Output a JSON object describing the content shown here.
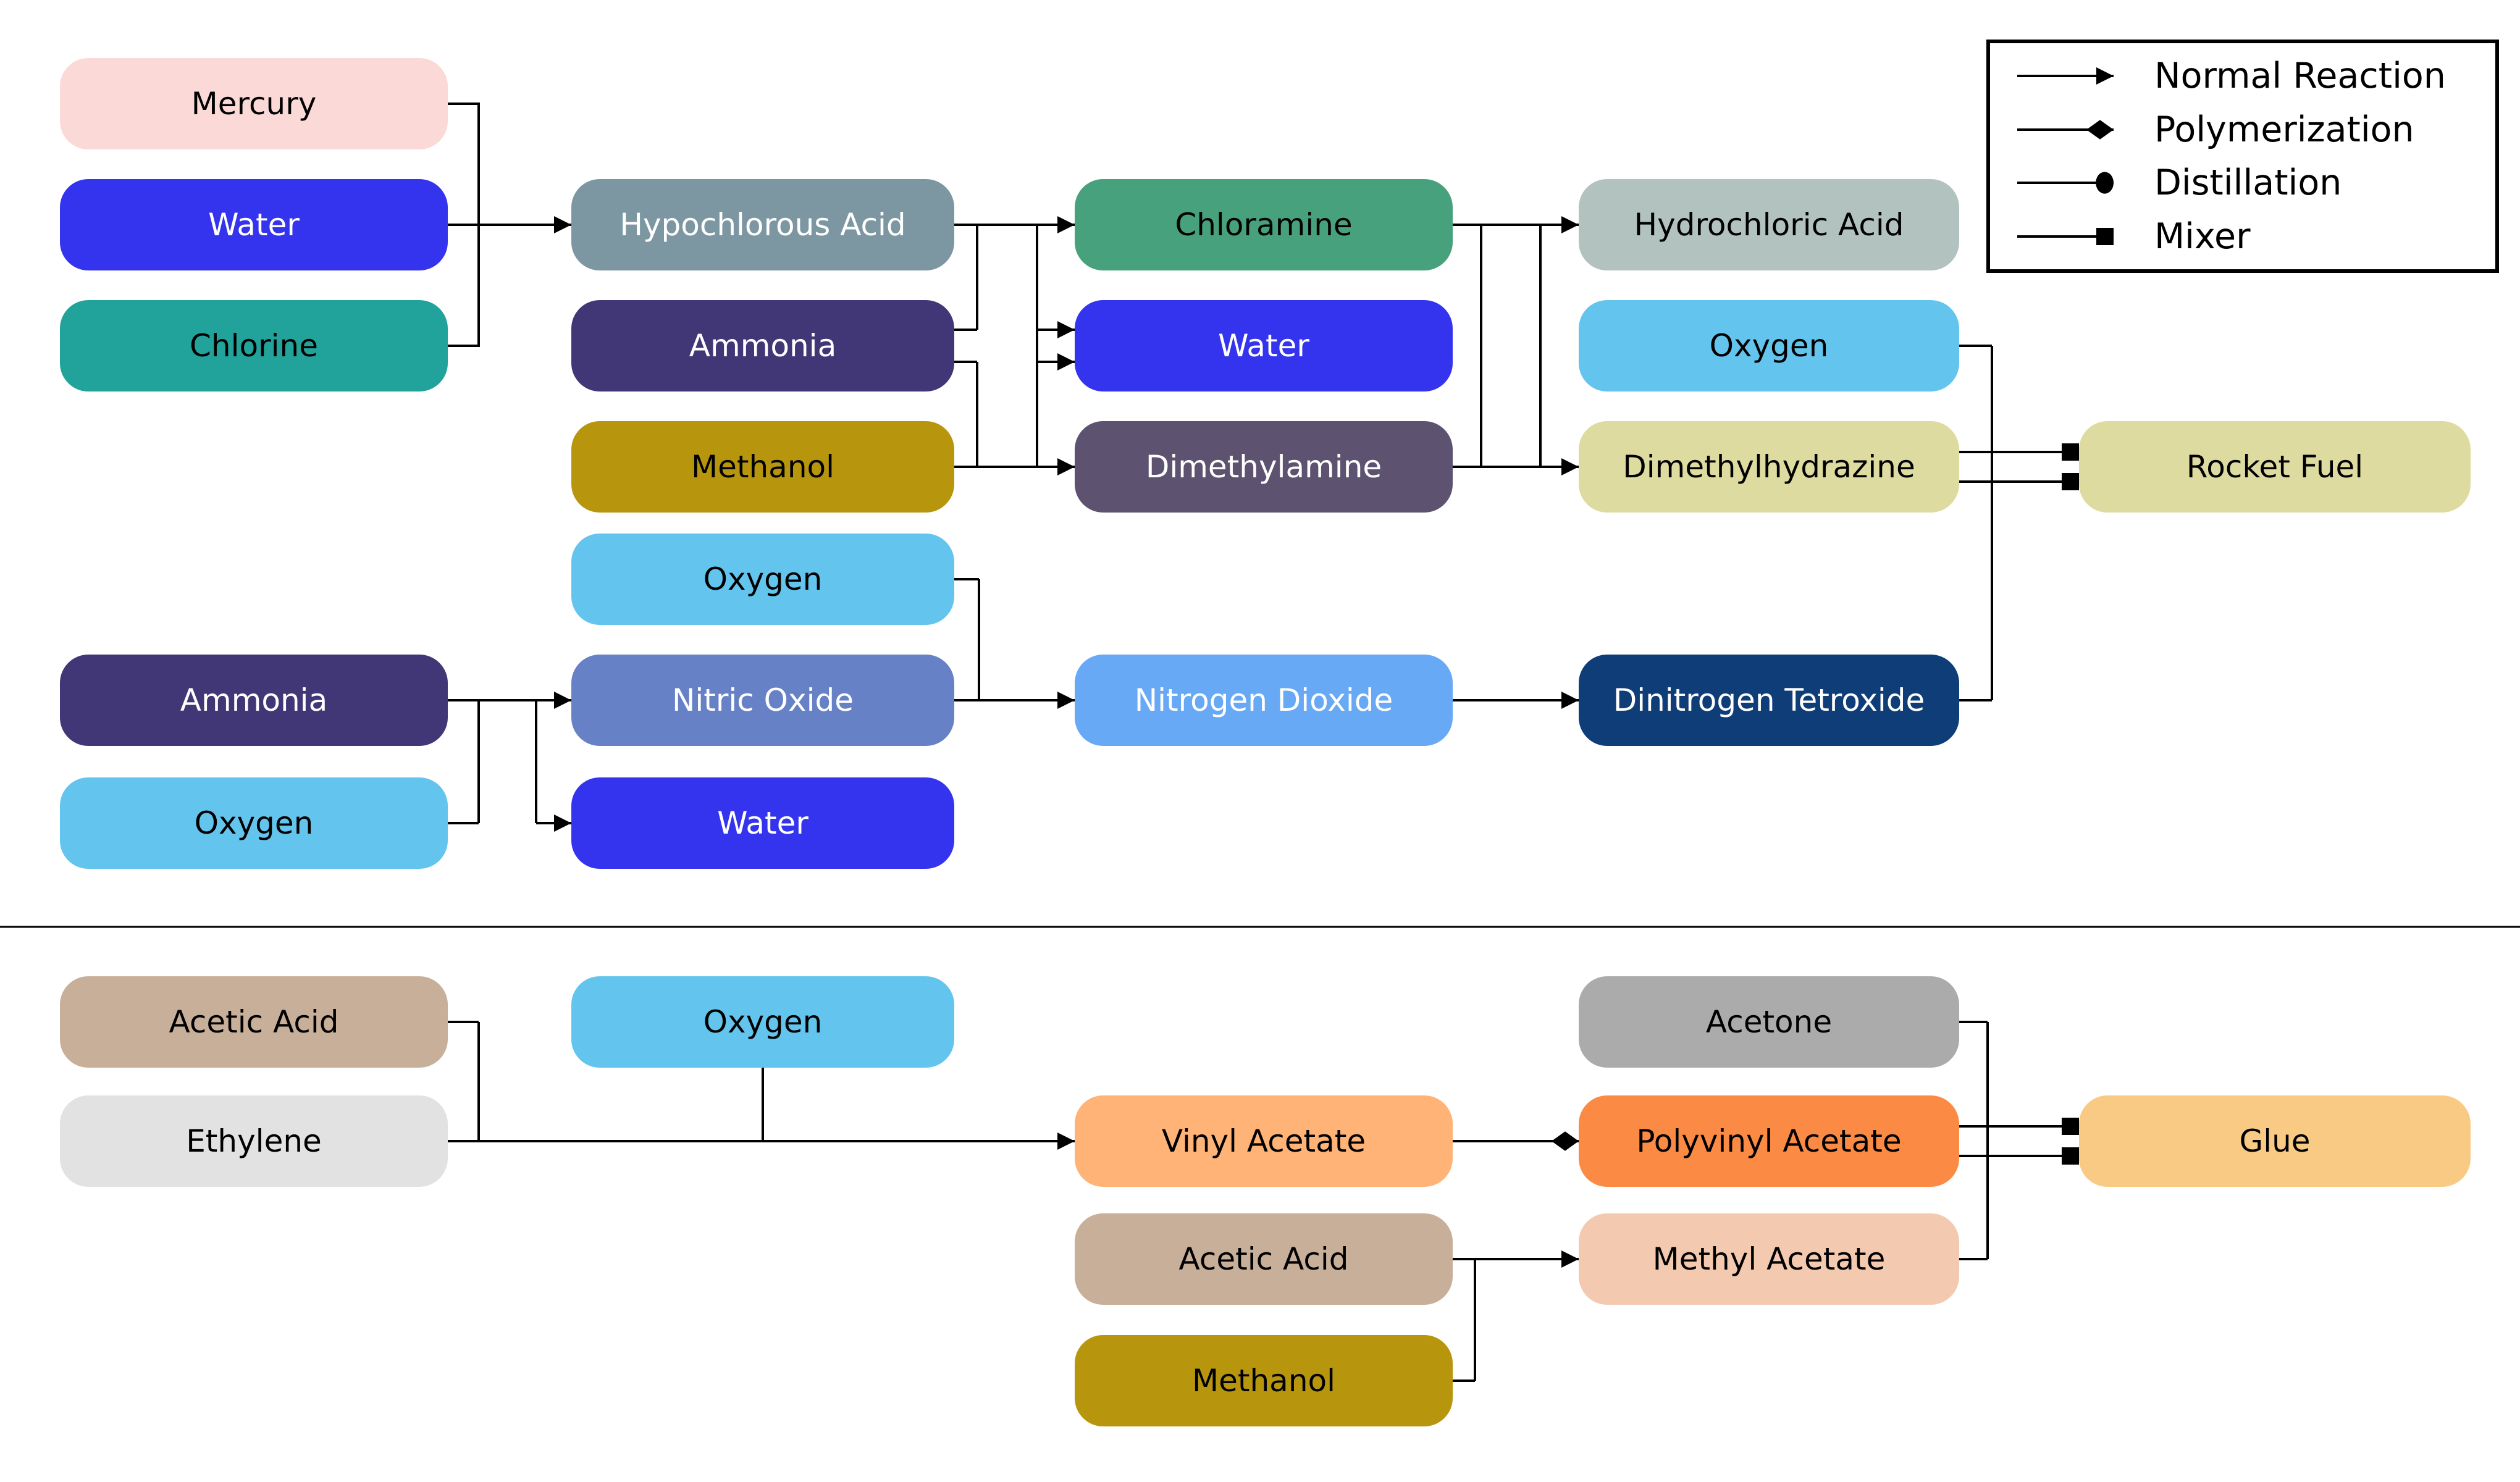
{
  "figure": {
    "background": "#FFFFFF",
    "edge_color": "#000000",
    "divider_color": "#000000"
  },
  "legend": {
    "items": [
      {
        "label": "Normal Reaction",
        "marker": "arrow"
      },
      {
        "label": "Polymerization",
        "marker": "diamond"
      },
      {
        "label": "Distillation",
        "marker": "circle"
      },
      {
        "label": "Mixer",
        "marker": "square"
      }
    ]
  },
  "nodes": {
    "mercury": {
      "label": "Mercury",
      "fill": "#FAD9D6",
      "text": "#000000"
    },
    "water1": {
      "label": "Water",
      "fill": "#3434EE",
      "text": "#FFFFFF"
    },
    "chlorine": {
      "label": "Chlorine",
      "fill": "#21A29A",
      "text": "#000000"
    },
    "hypochlorous_acid": {
      "label": "Hypochlorous Acid",
      "fill": "#7C97A1",
      "text": "#FFFFFF"
    },
    "ammonia1": {
      "label": "Ammonia",
      "fill": "#413776",
      "text": "#FFFFFF"
    },
    "methanol1": {
      "label": "Methanol",
      "fill": "#B7960D",
      "text": "#000000"
    },
    "chloramine": {
      "label": "Chloramine",
      "fill": "#48A17D",
      "text": "#000000"
    },
    "water2": {
      "label": "Water",
      "fill": "#3434EE",
      "text": "#FFFFFF"
    },
    "dimethylamine": {
      "label": "Dimethylamine",
      "fill": "#5D5370",
      "text": "#FFFFFF"
    },
    "hydrochloric_acid": {
      "label": "Hydrochloric Acid",
      "fill": "#B2C2BF",
      "text": "#000000"
    },
    "oxygen1": {
      "label": "Oxygen",
      "fill": "#63C5EE",
      "text": "#000000"
    },
    "dimethylhydrazine": {
      "label": "Dimethylhydrazine",
      "fill": "#DDDBA0",
      "text": "#000000"
    },
    "rocket_fuel": {
      "label": "Rocket Fuel",
      "fill": "#DDDBA0",
      "text": "#000000"
    },
    "oxygen2": {
      "label": "Oxygen",
      "fill": "#63C5EE",
      "text": "#000000"
    },
    "ammonia2": {
      "label": "Ammonia",
      "fill": "#413776",
      "text": "#FFFFFF"
    },
    "nitric_oxide": {
      "label": "Nitric Oxide",
      "fill": "#6781C6",
      "text": "#FFFFFF"
    },
    "oxygen3": {
      "label": "Oxygen",
      "fill": "#63C5EE",
      "text": "#000000"
    },
    "water3": {
      "label": "Water",
      "fill": "#3434EE",
      "text": "#FFFFFF"
    },
    "nitrogen_dioxide": {
      "label": "Nitrogen Dioxide",
      "fill": "#67A9F5",
      "text": "#FFFFFF"
    },
    "dinitrogen_tetroxide": {
      "label": "Dinitrogen Tetroxide",
      "fill": "#0F3D78",
      "text": "#FFFFFF"
    },
    "acetic_acid1": {
      "label": "Acetic Acid",
      "fill": "#C7AF99",
      "text": "#000000"
    },
    "ethylene": {
      "label": "Ethylene",
      "fill": "#E2E2E2",
      "text": "#000000"
    },
    "oxygen4": {
      "label": "Oxygen",
      "fill": "#63C5EE",
      "text": "#000000"
    },
    "vinyl_acetate": {
      "label": "Vinyl Acetate",
      "fill": "#FFB377",
      "text": "#000000"
    },
    "acetone": {
      "label": "Acetone",
      "fill": "#ABABAB",
      "text": "#000000"
    },
    "polyvinyl_acetate": {
      "label": "Polyvinyl Acetate",
      "fill": "#FB8B44",
      "text": "#000000"
    },
    "acetic_acid2": {
      "label": "Acetic Acid",
      "fill": "#C7AF99",
      "text": "#000000"
    },
    "methyl_acetate": {
      "label": "Methyl Acetate",
      "fill": "#F3CAB0",
      "text": "#000000"
    },
    "methanol2": {
      "label": "Methanol",
      "fill": "#B7960D",
      "text": "#000000"
    },
    "glue": {
      "label": "Glue",
      "fill": "#F9CA84",
      "text": "#000000"
    }
  },
  "reactions": [
    {
      "inputs": [
        "Mercury",
        "Water",
        "Chlorine"
      ],
      "outputs": [
        "Hypochlorous Acid"
      ],
      "type": "normal"
    },
    {
      "inputs": [
        "Hypochlorous Acid",
        "Ammonia"
      ],
      "outputs": [
        "Chloramine",
        "Water"
      ],
      "type": "normal"
    },
    {
      "inputs": [
        "Ammonia",
        "Methanol"
      ],
      "outputs": [
        "Dimethylamine",
        "Water"
      ],
      "type": "normal"
    },
    {
      "inputs": [
        "Chloramine",
        "Dimethylamine"
      ],
      "outputs": [
        "Hydrochloric Acid",
        "Dimethylhydrazine"
      ],
      "type": "normal"
    },
    {
      "inputs": [
        "Oxygen",
        "Dimethylhydrazine"
      ],
      "outputs": [
        "Rocket Fuel"
      ],
      "type": "mixer"
    },
    {
      "inputs": [
        "Dimethylhydrazine",
        "Dinitrogen Tetroxide"
      ],
      "outputs": [
        "Rocket Fuel"
      ],
      "type": "mixer"
    },
    {
      "inputs": [
        "Ammonia",
        "Oxygen"
      ],
      "outputs": [
        "Nitric Oxide",
        "Water"
      ],
      "type": "normal"
    },
    {
      "inputs": [
        "Oxygen",
        "Nitric Oxide"
      ],
      "outputs": [
        "Nitrogen Dioxide"
      ],
      "type": "normal"
    },
    {
      "inputs": [
        "Nitrogen Dioxide"
      ],
      "outputs": [
        "Dinitrogen Tetroxide"
      ],
      "type": "normal"
    },
    {
      "inputs": [
        "Acetic Acid",
        "Ethylene",
        "Oxygen"
      ],
      "outputs": [
        "Vinyl Acetate"
      ],
      "type": "normal"
    },
    {
      "inputs": [
        "Vinyl Acetate"
      ],
      "outputs": [
        "Polyvinyl Acetate"
      ],
      "type": "polymerization"
    },
    {
      "inputs": [
        "Acetic Acid",
        "Methanol"
      ],
      "outputs": [
        "Methyl Acetate"
      ],
      "type": "normal"
    },
    {
      "inputs": [
        "Acetone",
        "Polyvinyl Acetate"
      ],
      "outputs": [
        "Glue"
      ],
      "type": "mixer"
    },
    {
      "inputs": [
        "Methyl Acetate",
        "Polyvinyl Acetate"
      ],
      "outputs": [
        "Glue"
      ],
      "type": "mixer"
    }
  ]
}
